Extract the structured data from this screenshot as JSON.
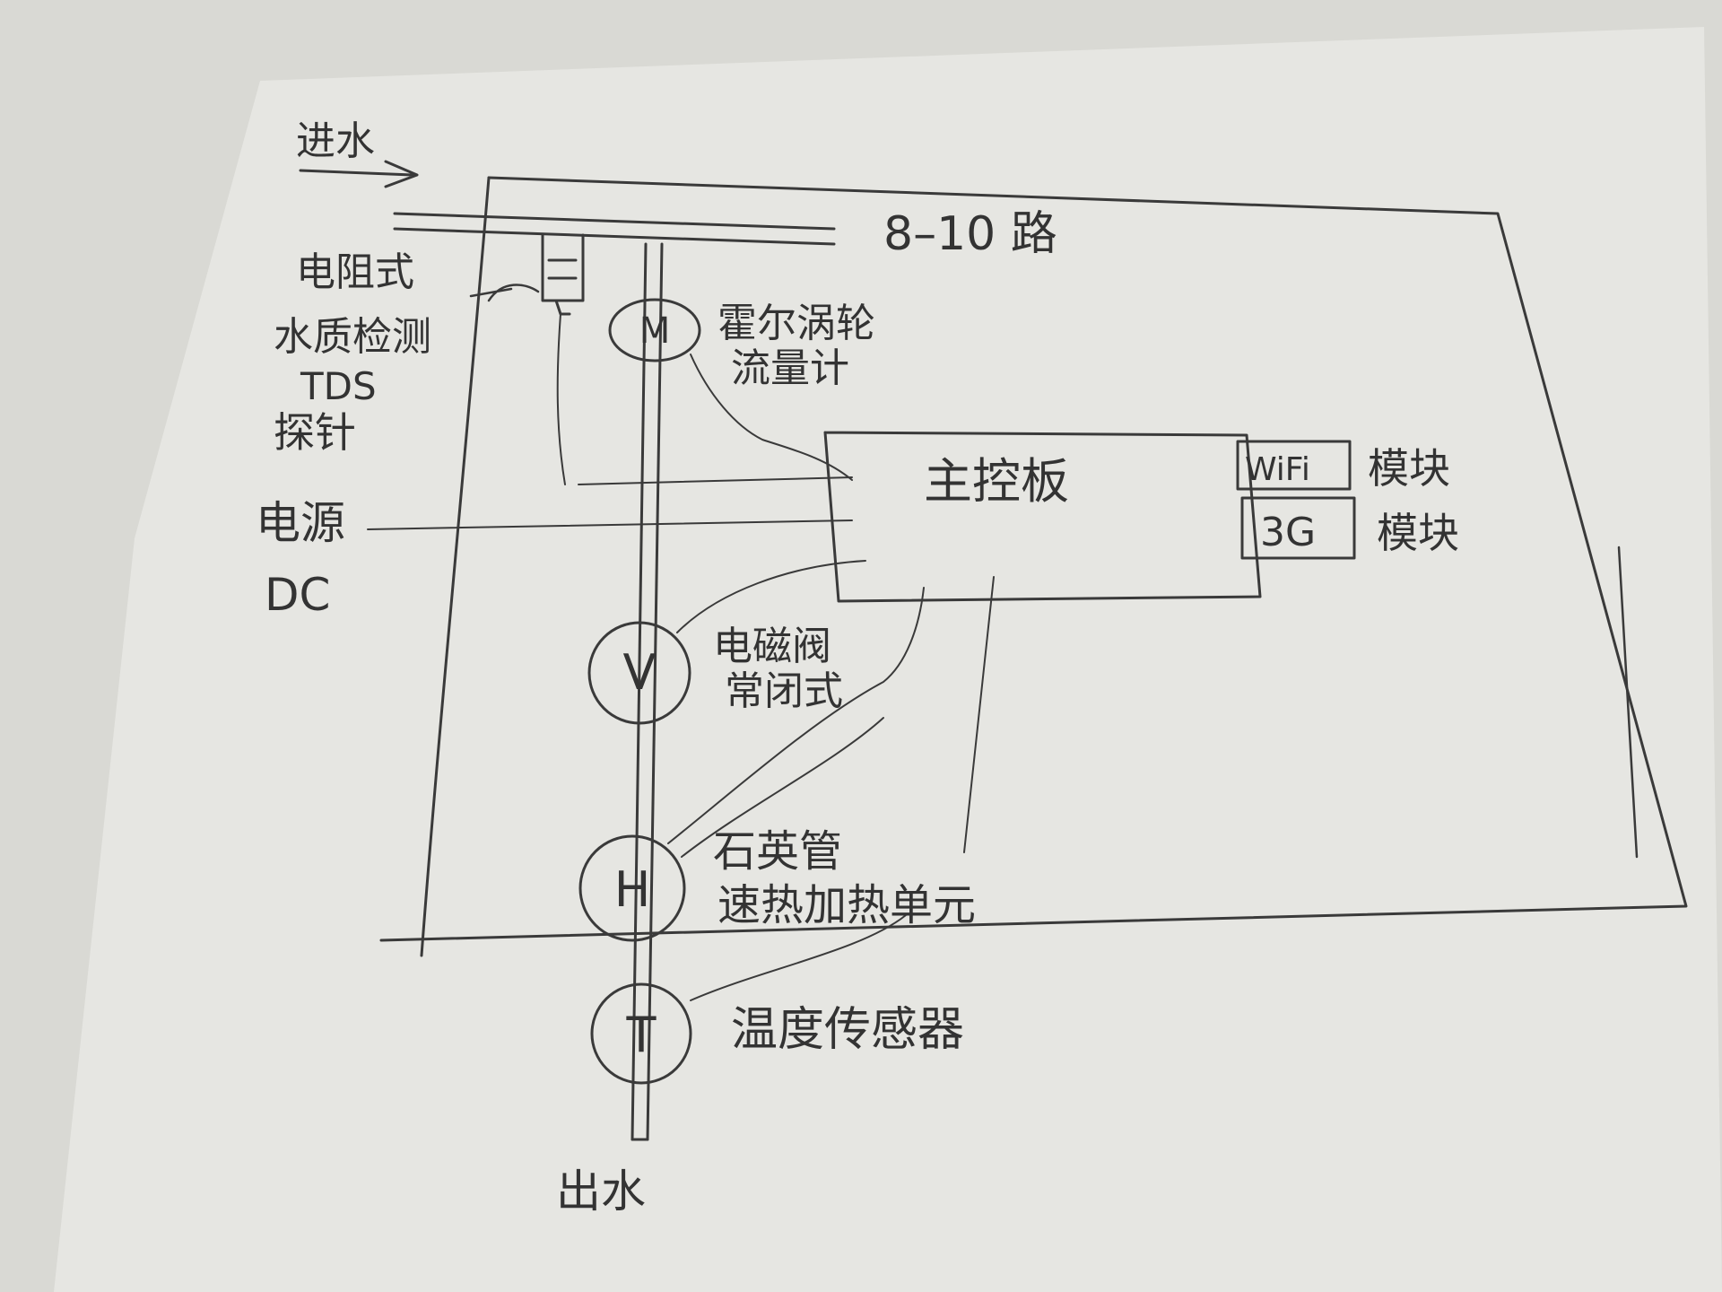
{
  "diagram": {
    "labels": {
      "water_in": "进水",
      "channels": "8–10 路",
      "tds_probe_line1": "电阻式",
      "tds_probe_line2": "水质检测",
      "tds_probe_line3": "TDS",
      "tds_probe_line4": "探针",
      "flowmeter_line1": "霍尔涡轮",
      "flowmeter_line2": "流量计",
      "main_board": "主控板",
      "power_line1": "电源",
      "power_line2": "DC",
      "wifi_box": "WiFi",
      "wifi_suffix": "模块",
      "g3_box": "3G",
      "g3_suffix": "模块",
      "valve_line1": "电磁阀",
      "valve_line2": "常闭式",
      "heater_line1": "石英管",
      "heater_line2": "速热加热单元",
      "temp_sensor": "温度传感器",
      "water_out": "出水"
    },
    "nodes": {
      "flowmeter": "M",
      "valve": "V",
      "heater": "H",
      "temp": "T"
    }
  }
}
